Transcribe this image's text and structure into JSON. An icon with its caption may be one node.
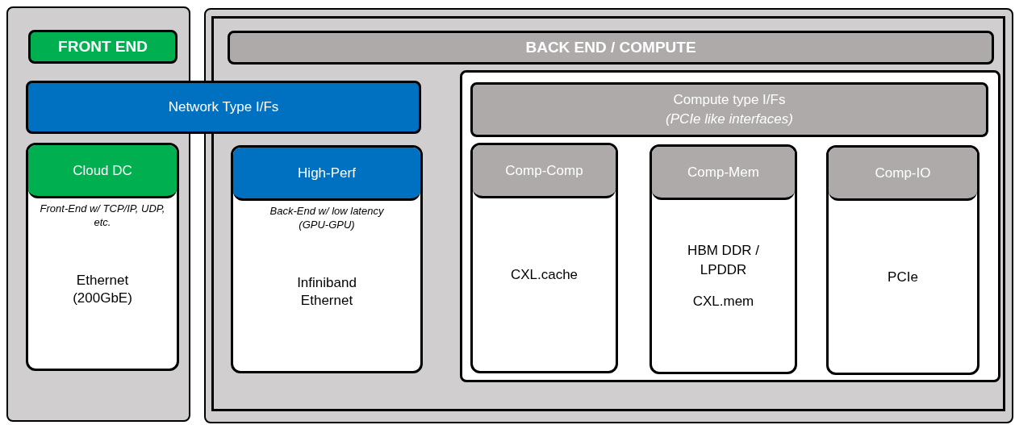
{
  "diagram": {
    "nodes": [
      {
        "text": [],
        "shape": "box"
      },
      {
        "text": [
          "FRONT END"
        ],
        "in": 0
      },
      {
        "text": [
          "Network Type I/Fs"
        ]
      },
      {
        "text": [
          "Cloud DC",
          "Front-End w/ TCP/IP, UDP, etc.",
          "Ethernet (200GbE)"
        ],
        "in": 0
      },
      {
        "text": [],
        "shape": "box"
      },
      {
        "text": [],
        "shape": "box",
        "in": 4
      },
      {
        "text": [
          "BACK END / COMPUTE"
        ],
        "in": 5
      },
      {
        "text": [
          "High-Perf",
          "Back-End w/ low latency (GPU-GPU)",
          "Infiniband",
          "Ethernet"
        ],
        "in": 5
      },
      {
        "text": [],
        "shape": "box",
        "in": 5
      },
      {
        "text": [
          "Compute type I/Fs",
          "(PCIe like interfaces)"
        ],
        "in": 8
      },
      {
        "text": [
          "Comp-Comp",
          "CXL.cache"
        ],
        "in": 8
      },
      {
        "text": [
          "Comp-Mem",
          "HBM DDR / LPDDR",
          "CXL.mem"
        ],
        "in": 8
      },
      {
        "text": [
          "Comp-IO",
          "PCIe"
        ],
        "in": 8
      }
    ],
    "edges": []
  }
}
